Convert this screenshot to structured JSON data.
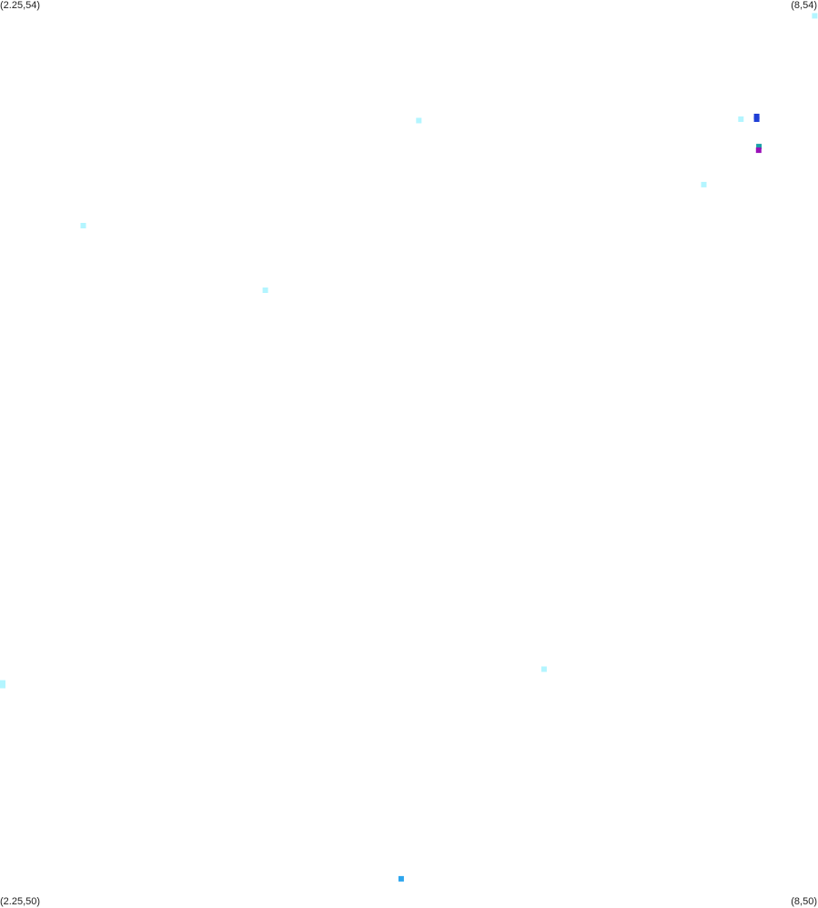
{
  "corners": {
    "top_left": "(2.25,54)",
    "top_right": "(8,54)",
    "bottom_left": "(2.25,50)",
    "bottom_right": "(8,50)"
  },
  "extent": {
    "x_min": 2.25,
    "x_max": 8,
    "y_min": 50,
    "y_max": 54
  },
  "colors": {
    "background": "#ffffff",
    "light_cyan": "#b3f5ff",
    "blue": "#1f3fd6",
    "sky_blue": "#2ea6ee",
    "teal": "#1aa0a8",
    "purple": "#9a10b8"
  },
  "chart_data": {
    "type": "scatter",
    "xlim": [
      2.25,
      8
    ],
    "ylim": [
      50,
      54
    ],
    "points": [
      {
        "x": 7.977,
        "y": 53.93,
        "color": "light_cyan"
      },
      {
        "x": 5.194,
        "y": 53.468,
        "color": "light_cyan"
      },
      {
        "x": 7.458,
        "y": 53.474,
        "color": "light_cyan"
      },
      {
        "x": 7.569,
        "y": 53.486,
        "color": "blue"
      },
      {
        "x": 7.569,
        "y": 53.474,
        "color": "blue"
      },
      {
        "x": 7.585,
        "y": 53.353,
        "color": "teal"
      },
      {
        "x": 7.583,
        "y": 53.337,
        "color": "purple"
      },
      {
        "x": 7.197,
        "y": 53.185,
        "color": "light_cyan"
      },
      {
        "x": 2.835,
        "y": 53.004,
        "color": "light_cyan"
      },
      {
        "x": 4.115,
        "y": 52.719,
        "color": "light_cyan"
      },
      {
        "x": 6.074,
        "y": 51.046,
        "color": "light_cyan"
      },
      {
        "x": 2.257,
        "y": 50.974,
        "color": "light_cyan"
      },
      {
        "x": 2.261,
        "y": 50.974,
        "color": "light_cyan"
      },
      {
        "x": 2.261,
        "y": 50.985,
        "color": "light_cyan"
      },
      {
        "x": 2.265,
        "y": 50.985,
        "color": "light_cyan"
      },
      {
        "x": 5.07,
        "y": 50.121,
        "color": "sky_blue"
      }
    ]
  }
}
